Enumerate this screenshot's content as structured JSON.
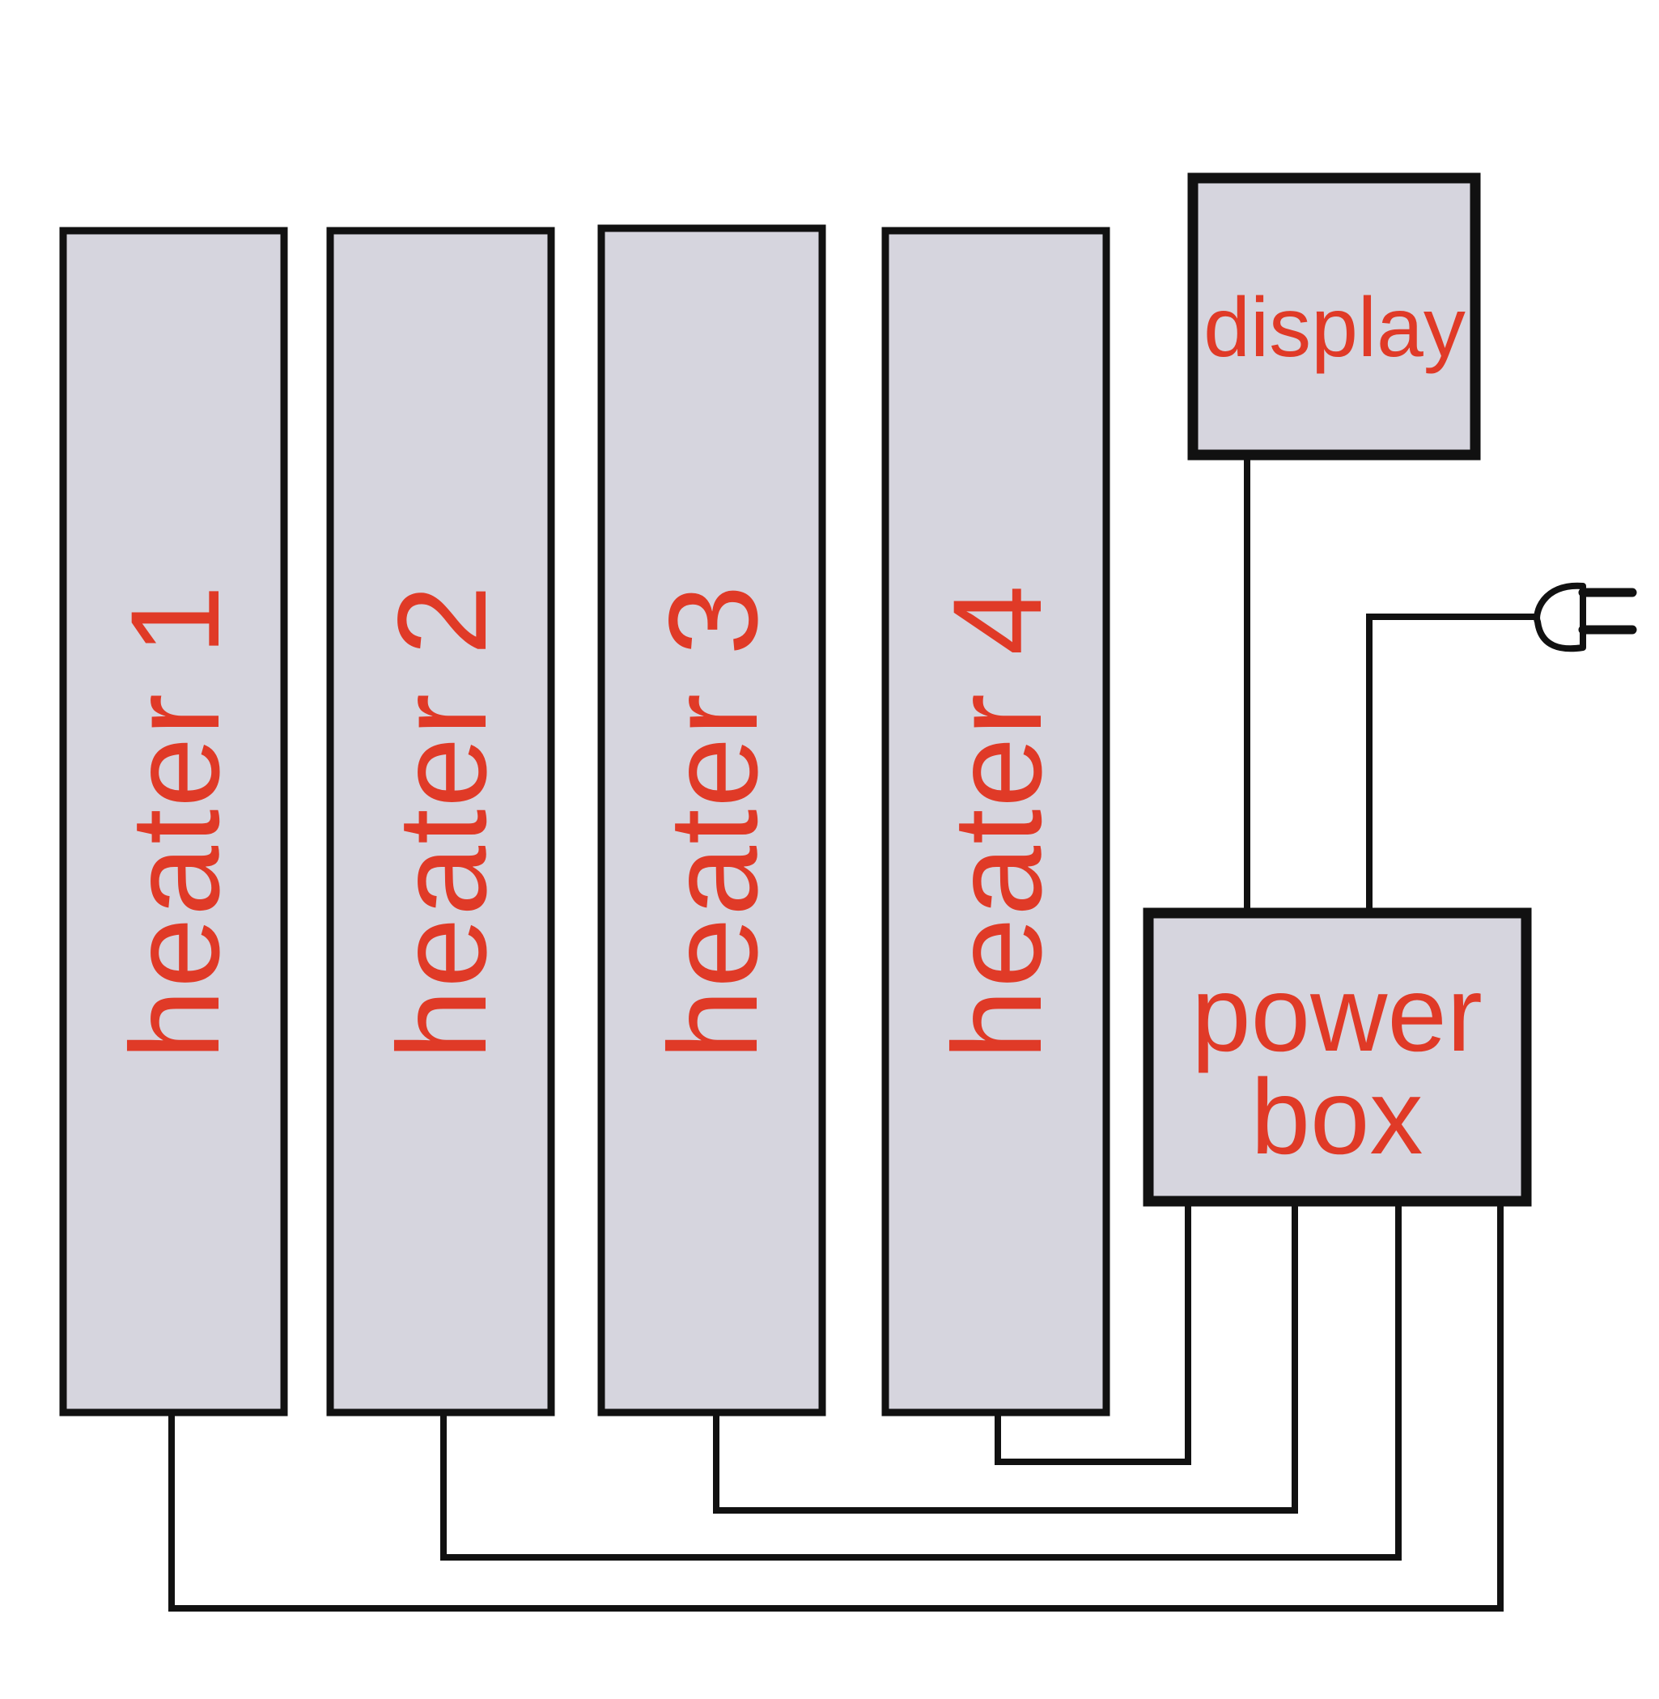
{
  "heaters": [
    {
      "label": "heater 1"
    },
    {
      "label": "heater 2"
    },
    {
      "label": "heater 3"
    },
    {
      "label": "heater 4"
    }
  ],
  "display": {
    "label": "display"
  },
  "power_box": {
    "line1": "power",
    "line2": "box"
  },
  "plug": {
    "icon": "plug-icon"
  },
  "colors": {
    "box_fill": "#d6d5de",
    "outline": "#111111",
    "label": "#e03a27"
  }
}
